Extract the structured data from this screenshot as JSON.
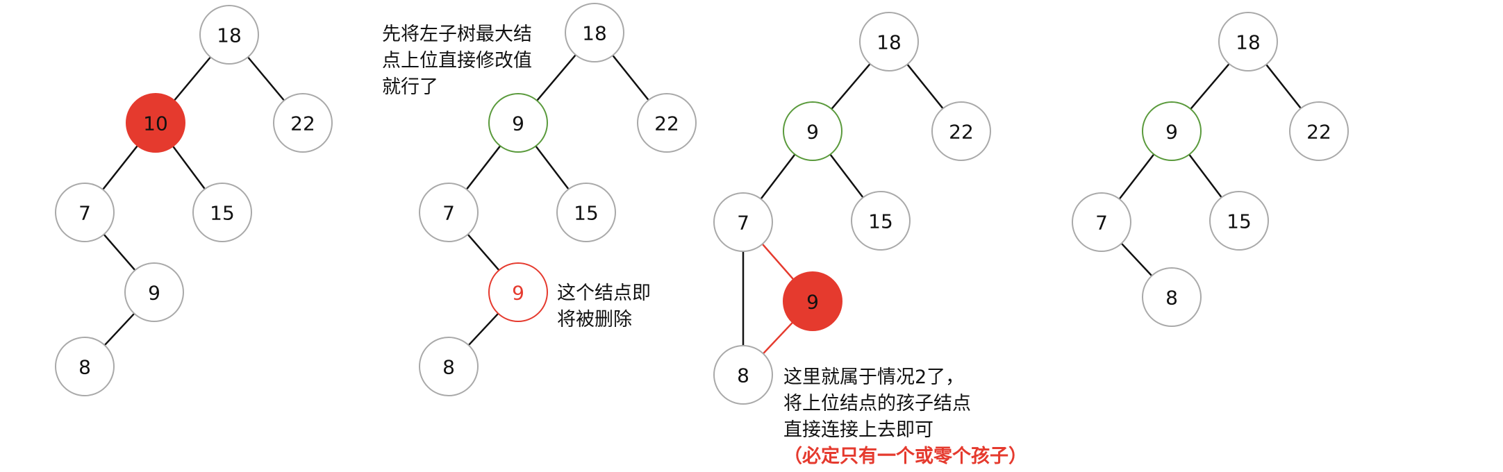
{
  "colors": {
    "edge": "#111111",
    "edge_highlight": "#e53a2e",
    "node_border": "#a9a9a9",
    "node_border_green": "#5a9a3c",
    "node_border_red": "#e53a2e",
    "node_fill_red": "#e53a2e",
    "text_dark": "#111111",
    "text_white": "#ffffff",
    "text_red": "#e53a2e"
  },
  "trees": [
    {
      "nodes": [
        {
          "id": "a18",
          "label": "18",
          "style": "normal"
        },
        {
          "id": "a10",
          "label": "10",
          "style": "filled-red"
        },
        {
          "id": "a22",
          "label": "22",
          "style": "normal"
        },
        {
          "id": "a7",
          "label": "7",
          "style": "normal"
        },
        {
          "id": "a15",
          "label": "15",
          "style": "normal"
        },
        {
          "id": "a9",
          "label": "9",
          "style": "normal"
        },
        {
          "id": "a8",
          "label": "8",
          "style": "normal"
        }
      ],
      "edges": [
        [
          "a18",
          "a10"
        ],
        [
          "a18",
          "a22"
        ],
        [
          "a10",
          "a7"
        ],
        [
          "a10",
          "a15"
        ],
        [
          "a7",
          "a9"
        ],
        [
          "a9",
          "a8"
        ]
      ]
    },
    {
      "nodes": [
        {
          "id": "b18",
          "label": "18",
          "style": "normal"
        },
        {
          "id": "b9",
          "label": "9",
          "style": "outline-green"
        },
        {
          "id": "b22",
          "label": "22",
          "style": "normal"
        },
        {
          "id": "b7",
          "label": "7",
          "style": "normal"
        },
        {
          "id": "b15",
          "label": "15",
          "style": "normal"
        },
        {
          "id": "b9del",
          "label": "9",
          "style": "outline-red"
        },
        {
          "id": "b8",
          "label": "8",
          "style": "normal"
        }
      ],
      "edges": [
        [
          "b18",
          "b9"
        ],
        [
          "b18",
          "b22"
        ],
        [
          "b9",
          "b7"
        ],
        [
          "b9",
          "b15"
        ],
        [
          "b7",
          "b9del"
        ],
        [
          "b9del",
          "b8"
        ]
      ]
    },
    {
      "nodes": [
        {
          "id": "c18",
          "label": "18",
          "style": "normal"
        },
        {
          "id": "c9",
          "label": "9",
          "style": "outline-green"
        },
        {
          "id": "c22",
          "label": "22",
          "style": "normal"
        },
        {
          "id": "c7",
          "label": "7",
          "style": "normal"
        },
        {
          "id": "c15",
          "label": "15",
          "style": "normal"
        },
        {
          "id": "c9del",
          "label": "9",
          "style": "filled-red"
        },
        {
          "id": "c8",
          "label": "8",
          "style": "normal"
        }
      ],
      "edges": [
        [
          "c18",
          "c9"
        ],
        [
          "c18",
          "c22"
        ],
        [
          "c9",
          "c7"
        ],
        [
          "c9",
          "c15"
        ],
        [
          "c7",
          "c8"
        ]
      ],
      "highlight_edges": [
        [
          "c7",
          "c9del"
        ],
        [
          "c9del",
          "c8"
        ]
      ]
    },
    {
      "nodes": [
        {
          "id": "d18",
          "label": "18",
          "style": "normal"
        },
        {
          "id": "d9",
          "label": "9",
          "style": "outline-green"
        },
        {
          "id": "d22",
          "label": "22",
          "style": "normal"
        },
        {
          "id": "d7",
          "label": "7",
          "style": "normal"
        },
        {
          "id": "d15",
          "label": "15",
          "style": "normal"
        },
        {
          "id": "d8",
          "label": "8",
          "style": "normal"
        }
      ],
      "edges": [
        [
          "d18",
          "d9"
        ],
        [
          "d18",
          "d22"
        ],
        [
          "d9",
          "d7"
        ],
        [
          "d9",
          "d15"
        ],
        [
          "d7",
          "d8"
        ]
      ]
    }
  ],
  "notes": {
    "step1": [
      "先将左子树最大结",
      "点上位直接修改值",
      "就行了"
    ],
    "step2": [
      "这个结点即",
      "将被删除"
    ],
    "step3": [
      "这里就属于情况2了，",
      "将上位结点的孩子结点",
      "直接连接上去即可"
    ],
    "step3_emphasis": "（必定只有一个或零个孩子）"
  }
}
